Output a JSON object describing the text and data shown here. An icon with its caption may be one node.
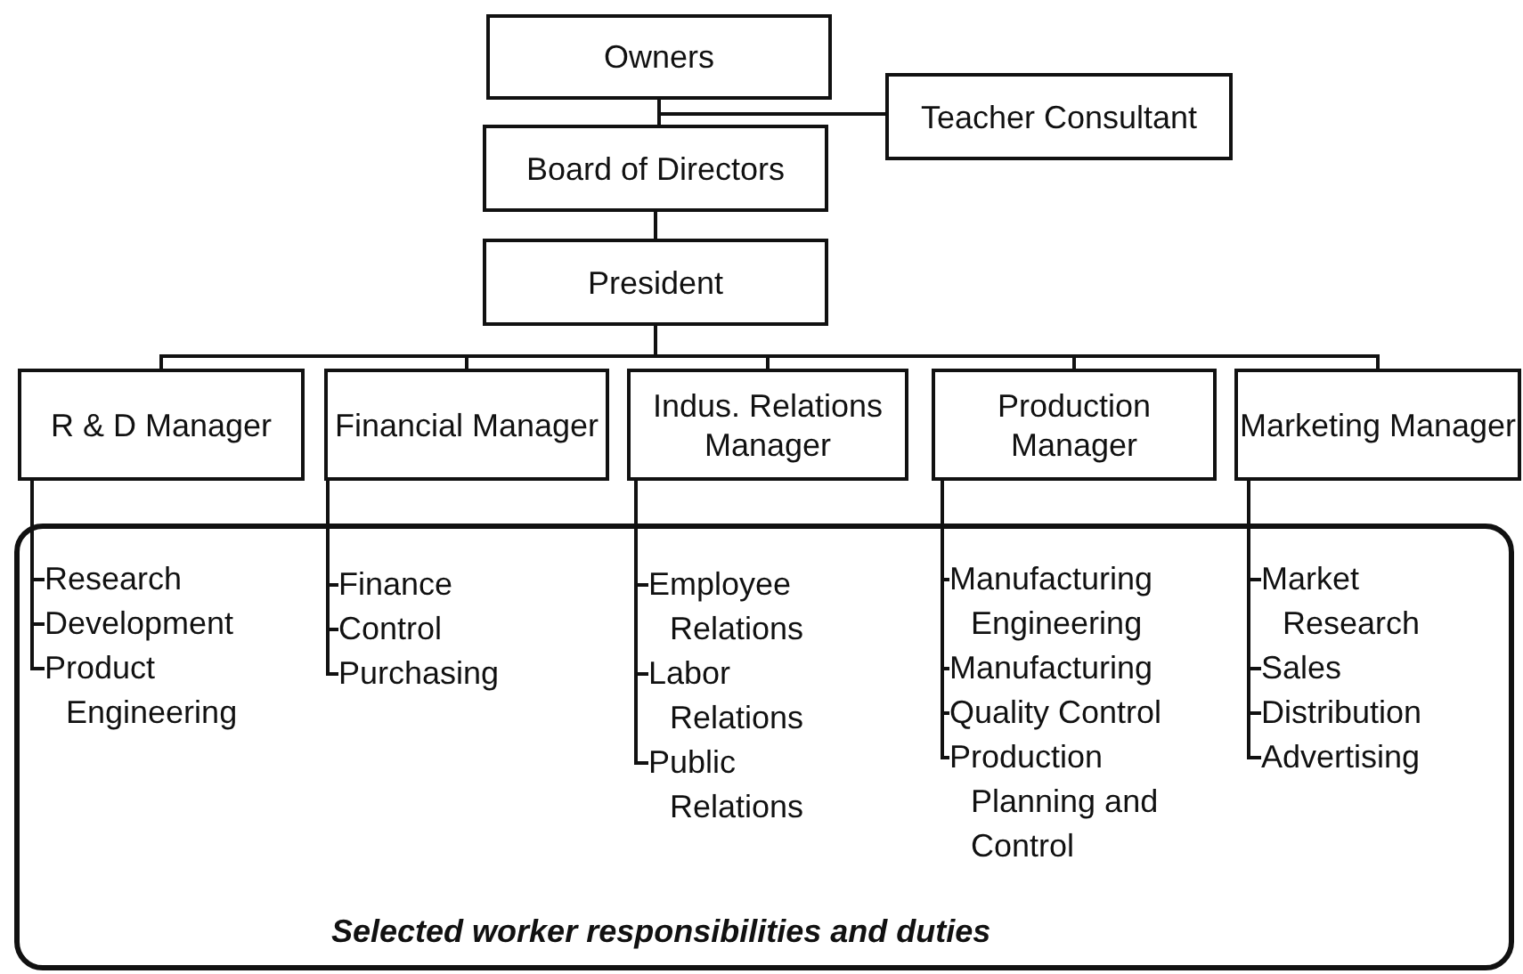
{
  "diagram": {
    "nodes": [
      {
        "text": [
          "Owners"
        ]
      },
      {
        "text": [
          "Teacher Consultant"
        ]
      },
      {
        "text": [
          "Board of Directors"
        ]
      },
      {
        "text": [
          "President"
        ]
      },
      {
        "text": [
          "R & D Manager"
        ]
      },
      {
        "text": [
          "Financial Manager"
        ]
      },
      {
        "text": [
          "Indus. Relations Manager"
        ]
      },
      {
        "text": [
          "Production Manager"
        ]
      },
      {
        "text": [
          "Marketing Manager"
        ]
      },
      {
        "text": [
          "Selected worker responsibilities and duties"
        ]
      },
      {
        "text": [
          "Research"
        ],
        "in": 9
      },
      {
        "text": [
          "Development"
        ],
        "in": 9
      },
      {
        "text": [
          "Product Engineering"
        ],
        "in": 9
      },
      {
        "text": [
          "Finance"
        ],
        "in": 9
      },
      {
        "text": [
          "Control"
        ],
        "in": 9
      },
      {
        "text": [
          "Purchasing"
        ],
        "in": 9
      },
      {
        "text": [
          "Employee Relations"
        ],
        "in": 9
      },
      {
        "text": [
          "Labor Relations"
        ],
        "in": 9
      },
      {
        "text": [
          "Public Relations"
        ],
        "in": 9
      },
      {
        "text": [
          "Manufacturing Engineering"
        ],
        "in": 9
      },
      {
        "text": [
          "Manufacturing"
        ],
        "in": 9
      },
      {
        "text": [
          "Quality Control"
        ],
        "in": 9
      },
      {
        "text": [
          "Production Planning and Control"
        ],
        "in": 9
      },
      {
        "text": [
          "Market Research"
        ],
        "in": 9
      },
      {
        "text": [
          "Sales"
        ],
        "in": 9
      },
      {
        "text": [
          "Distribution"
        ],
        "in": 9
      },
      {
        "text": [
          "Advertising"
        ],
        "in": 9
      }
    ],
    "edges": [
      {
        "from": 0,
        "to": 2,
        "arrow": "none"
      },
      {
        "from": 1,
        "to": 2,
        "arrow": "none"
      },
      {
        "from": 2,
        "to": 3,
        "arrow": "none"
      },
      {
        "from": 3,
        "to": 4,
        "arrow": "none"
      },
      {
        "from": 3,
        "to": 5,
        "arrow": "none"
      },
      {
        "from": 3,
        "to": 6,
        "arrow": "none"
      },
      {
        "from": 3,
        "to": 7,
        "arrow": "none"
      },
      {
        "from": 3,
        "to": 8,
        "arrow": "none"
      },
      {
        "from": 4,
        "to": 10,
        "arrow": "none"
      },
      {
        "from": 4,
        "to": 11,
        "arrow": "none"
      },
      {
        "from": 4,
        "to": 12,
        "arrow": "none"
      },
      {
        "from": 5,
        "to": 13,
        "arrow": "none"
      },
      {
        "from": 5,
        "to": 14,
        "arrow": "none"
      },
      {
        "from": 5,
        "to": 15,
        "arrow": "none"
      },
      {
        "from": 6,
        "to": 16,
        "arrow": "none"
      },
      {
        "from": 6,
        "to": 17,
        "arrow": "none"
      },
      {
        "from": 6,
        "to": 18,
        "arrow": "none"
      },
      {
        "from": 7,
        "to": 19,
        "arrow": "none"
      },
      {
        "from": 7,
        "to": 20,
        "arrow": "none"
      },
      {
        "from": 7,
        "to": 21,
        "arrow": "none"
      },
      {
        "from": 7,
        "to": 22,
        "arrow": "none"
      },
      {
        "from": 8,
        "to": 23,
        "arrow": "none"
      },
      {
        "from": 8,
        "to": 24,
        "arrow": "none"
      },
      {
        "from": 8,
        "to": 25,
        "arrow": "none"
      },
      {
        "from": 8,
        "to": 26,
        "arrow": "none"
      }
    ]
  }
}
